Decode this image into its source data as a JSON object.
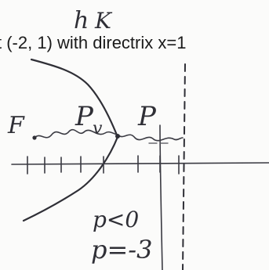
{
  "problem": {
    "text": "t (-2, 1) with directrix x=1"
  },
  "handwriting": {
    "h_label": "h",
    "k_label": "K",
    "focus_label": "F",
    "p_left": "P",
    "p_right": "P",
    "v_label": "v",
    "p_condition": "p<0",
    "p_value": "p=-3"
  }
}
